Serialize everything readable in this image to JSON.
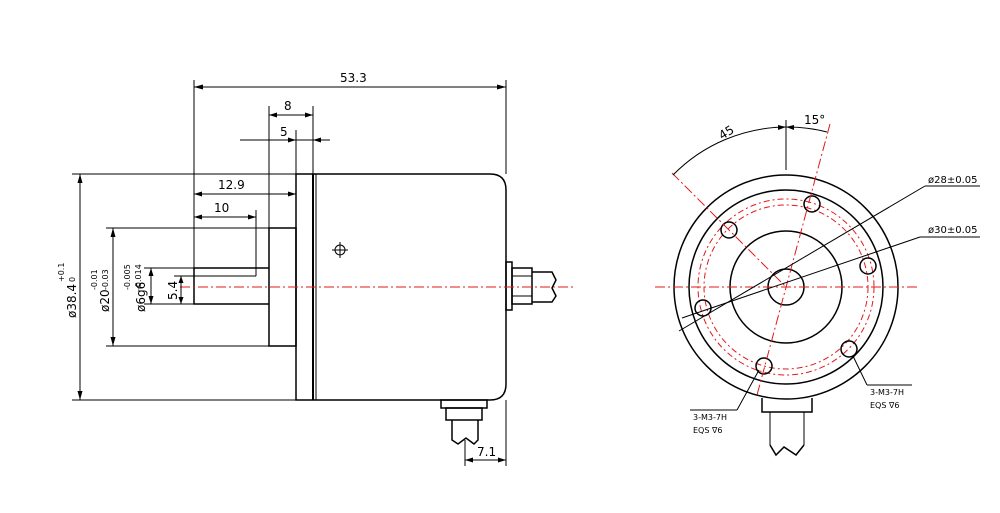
{
  "colors": {
    "line": "#000000",
    "centerline": "#e01a1a"
  },
  "side_view": {
    "overall_length": "53.3",
    "flange_width": "8",
    "flange_inner": "5",
    "pilot_length": "12.9",
    "shaft_length": "10",
    "body_diameter": {
      "main": "ø38.4",
      "upper": "+0.1",
      "lower": "0"
    },
    "pilot_diameter": {
      "main": "ø20",
      "upper": "-0.01",
      "lower": "-0.03"
    },
    "shaft_diameter": {
      "main": "ø6g6",
      "upper": "-0.005",
      "lower": "-0.014"
    },
    "flat_height": "5.4",
    "connector_offset": "7.1"
  },
  "front_view": {
    "angle_large": "45",
    "angle_small": "15°",
    "bolt_circle_1": "ø28±0.05",
    "bolt_circle_2": "ø30±0.05",
    "thread_note_left": {
      "spec": "3-M3-7H",
      "depth": "EQS ∇6"
    },
    "thread_note_right": {
      "spec": "3-M3-7H",
      "depth": "EQS ∇6"
    }
  }
}
